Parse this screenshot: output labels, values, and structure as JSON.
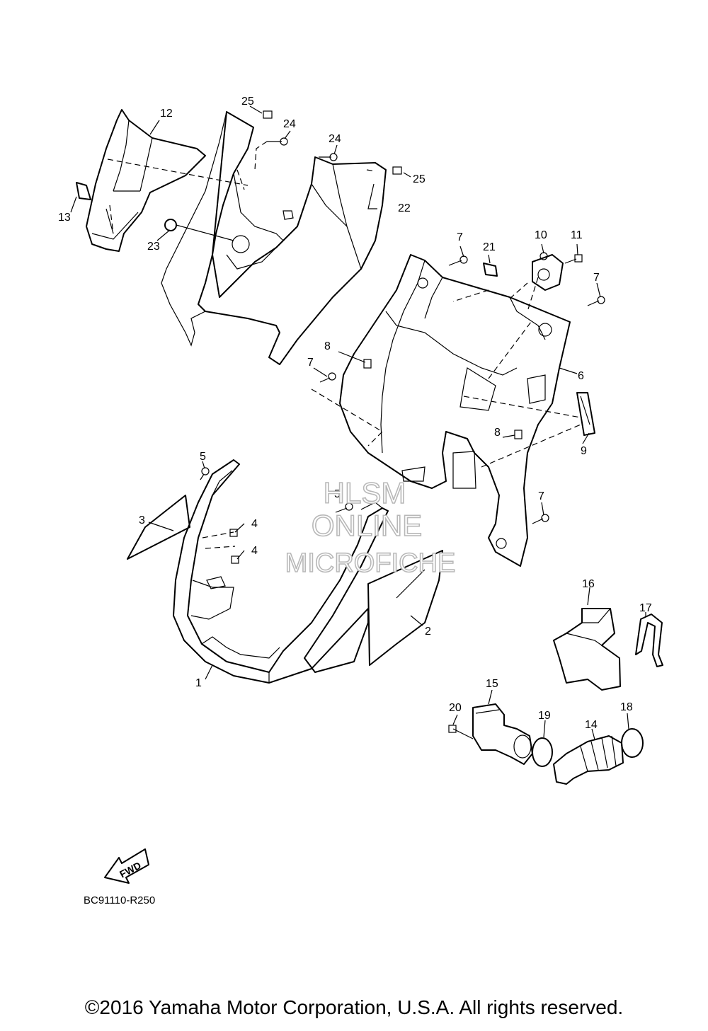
{
  "diagram": {
    "code": "BC91110-R250",
    "footer": "©2016 Yamaha Motor Corporation, U.S.A. All rights reserved.",
    "watermark": [
      "HLSM",
      "ONLINE",
      "MICROFICHE"
    ],
    "fwd_label": "FWD",
    "callouts": [
      {
        "id": "c1",
        "text": "1"
      },
      {
        "id": "c2",
        "text": "2"
      },
      {
        "id": "c3",
        "text": "3"
      },
      {
        "id": "c4a",
        "text": "4"
      },
      {
        "id": "c4b",
        "text": "4"
      },
      {
        "id": "c5a",
        "text": "5"
      },
      {
        "id": "c5b",
        "text": "5"
      },
      {
        "id": "c6",
        "text": "6"
      },
      {
        "id": "c7a",
        "text": "7"
      },
      {
        "id": "c7b",
        "text": "7"
      },
      {
        "id": "c7c",
        "text": "7"
      },
      {
        "id": "c7d",
        "text": "7"
      },
      {
        "id": "c8a",
        "text": "8"
      },
      {
        "id": "c8b",
        "text": "8"
      },
      {
        "id": "c9",
        "text": "9"
      },
      {
        "id": "c10",
        "text": "10"
      },
      {
        "id": "c11",
        "text": "11"
      },
      {
        "id": "c12",
        "text": "12"
      },
      {
        "id": "c13",
        "text": "13"
      },
      {
        "id": "c14",
        "text": "14"
      },
      {
        "id": "c15",
        "text": "15"
      },
      {
        "id": "c16",
        "text": "16"
      },
      {
        "id": "c17",
        "text": "17"
      },
      {
        "id": "c18",
        "text": "18"
      },
      {
        "id": "c19",
        "text": "19"
      },
      {
        "id": "c20",
        "text": "20"
      },
      {
        "id": "c21",
        "text": "21"
      },
      {
        "id": "c22",
        "text": "22"
      },
      {
        "id": "c23",
        "text": "23"
      },
      {
        "id": "c24a",
        "text": "24"
      },
      {
        "id": "c24b",
        "text": "24"
      },
      {
        "id": "c25a",
        "text": "25"
      },
      {
        "id": "c25b",
        "text": "25"
      }
    ]
  }
}
